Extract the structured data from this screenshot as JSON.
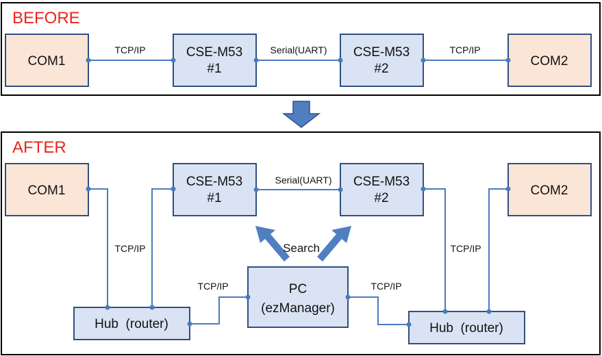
{
  "before": {
    "title": "BEFORE",
    "com1": "COM1",
    "cse1": [
      "CSE-M53",
      "#1"
    ],
    "cse2": [
      "CSE-M53",
      "#2"
    ],
    "com2": "COM2",
    "link_left": "TCP/IP",
    "link_mid": "Serial(UART)",
    "link_right": "TCP/IP"
  },
  "after": {
    "title": "AFTER",
    "com1": "COM1",
    "cse1": [
      "CSE-M53",
      "#1"
    ],
    "cse2": [
      "CSE-M53",
      "#2"
    ],
    "com2": "COM2",
    "serial_label": "Serial(UART)",
    "tcp_left": "TCP/IP",
    "tcp_right": "TCP/IP",
    "tcp_pc_left": "TCP/IP",
    "tcp_pc_right": "TCP/IP",
    "search_label": "Search",
    "pc": [
      "PC",
      "(ezManager)"
    ],
    "hub_left": "Hub  (router)",
    "hub_right": "Hub  (router)"
  },
  "colors": {
    "title_red": "#e8261c",
    "com_fill": "#fbe5d6",
    "device_fill": "#dae3f3",
    "link_blue": "#4a7bbf"
  }
}
